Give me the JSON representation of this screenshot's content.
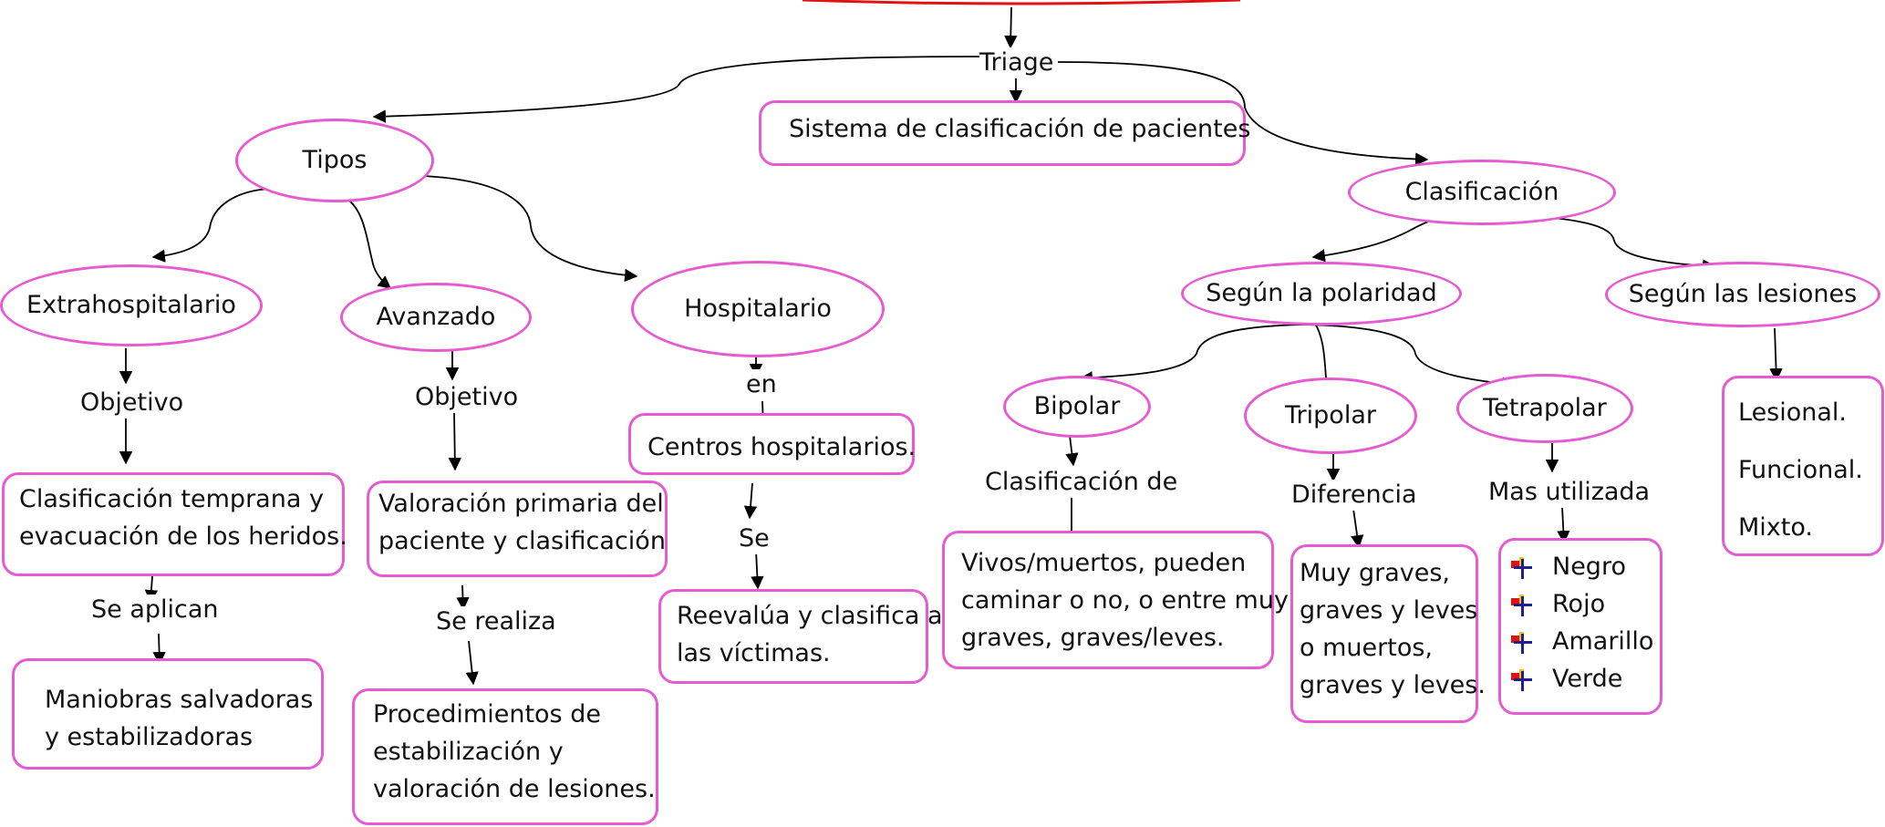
{
  "colors": {
    "node_border": "#e65bd1",
    "top_arc": "#e21212",
    "connector": "#000000"
  },
  "root": {
    "label": "Triage"
  },
  "definition": {
    "text": "Sistema de clasificación de pacientes"
  },
  "tipos": {
    "label": "Tipos",
    "extrahospitalario": {
      "label": "Extrahospitalario",
      "link1": "Objetivo",
      "objective": [
        "Clasificación temprana y",
        "evacuación de los heridos."
      ],
      "link2": "Se aplican",
      "result": [
        "Maniobras salvadoras",
        "y estabilizadoras"
      ]
    },
    "avanzado": {
      "label": "Avanzado",
      "link1": "Objetivo",
      "objective": [
        "Valoración primaria del",
        "paciente y clasificación"
      ],
      "link2": "Se realiza",
      "result": [
        "Procedimientos de",
        "estabilización y",
        "valoración de lesiones."
      ]
    },
    "hospitalario": {
      "label": "Hospitalario",
      "link1": "en",
      "place": "Centros hospitalarios.",
      "link2": "Se",
      "result": [
        "Reevalúa y clasifica a",
        "las víctimas."
      ]
    }
  },
  "clasificacion": {
    "label": "Clasificación",
    "polaridad": {
      "label": "Según la polaridad",
      "bipolar": {
        "label": "Bipolar",
        "link": "Clasificación de",
        "detail": [
          "Vivos/muertos, pueden",
          "caminar o no, o entre muy",
          "graves, graves/leves."
        ]
      },
      "tripolar": {
        "label": "Tripolar",
        "link": "Diferencia",
        "detail": [
          "Muy graves,",
          "graves y leves",
          "o muertos,",
          "graves y leves."
        ]
      },
      "tetrapolar": {
        "label": "Tetrapolar",
        "link": "Mas utilizada",
        "colors": [
          {
            "name": "Negro",
            "icon": "flag-icon"
          },
          {
            "name": "Rojo",
            "icon": "flag-icon"
          },
          {
            "name": "Amarillo",
            "icon": "flag-icon"
          },
          {
            "name": "Verde",
            "icon": "flag-icon"
          }
        ]
      }
    },
    "lesiones": {
      "label": "Según las lesiones",
      "items": [
        "Lesional.",
        "Funcional.",
        "Mixto."
      ]
    }
  }
}
